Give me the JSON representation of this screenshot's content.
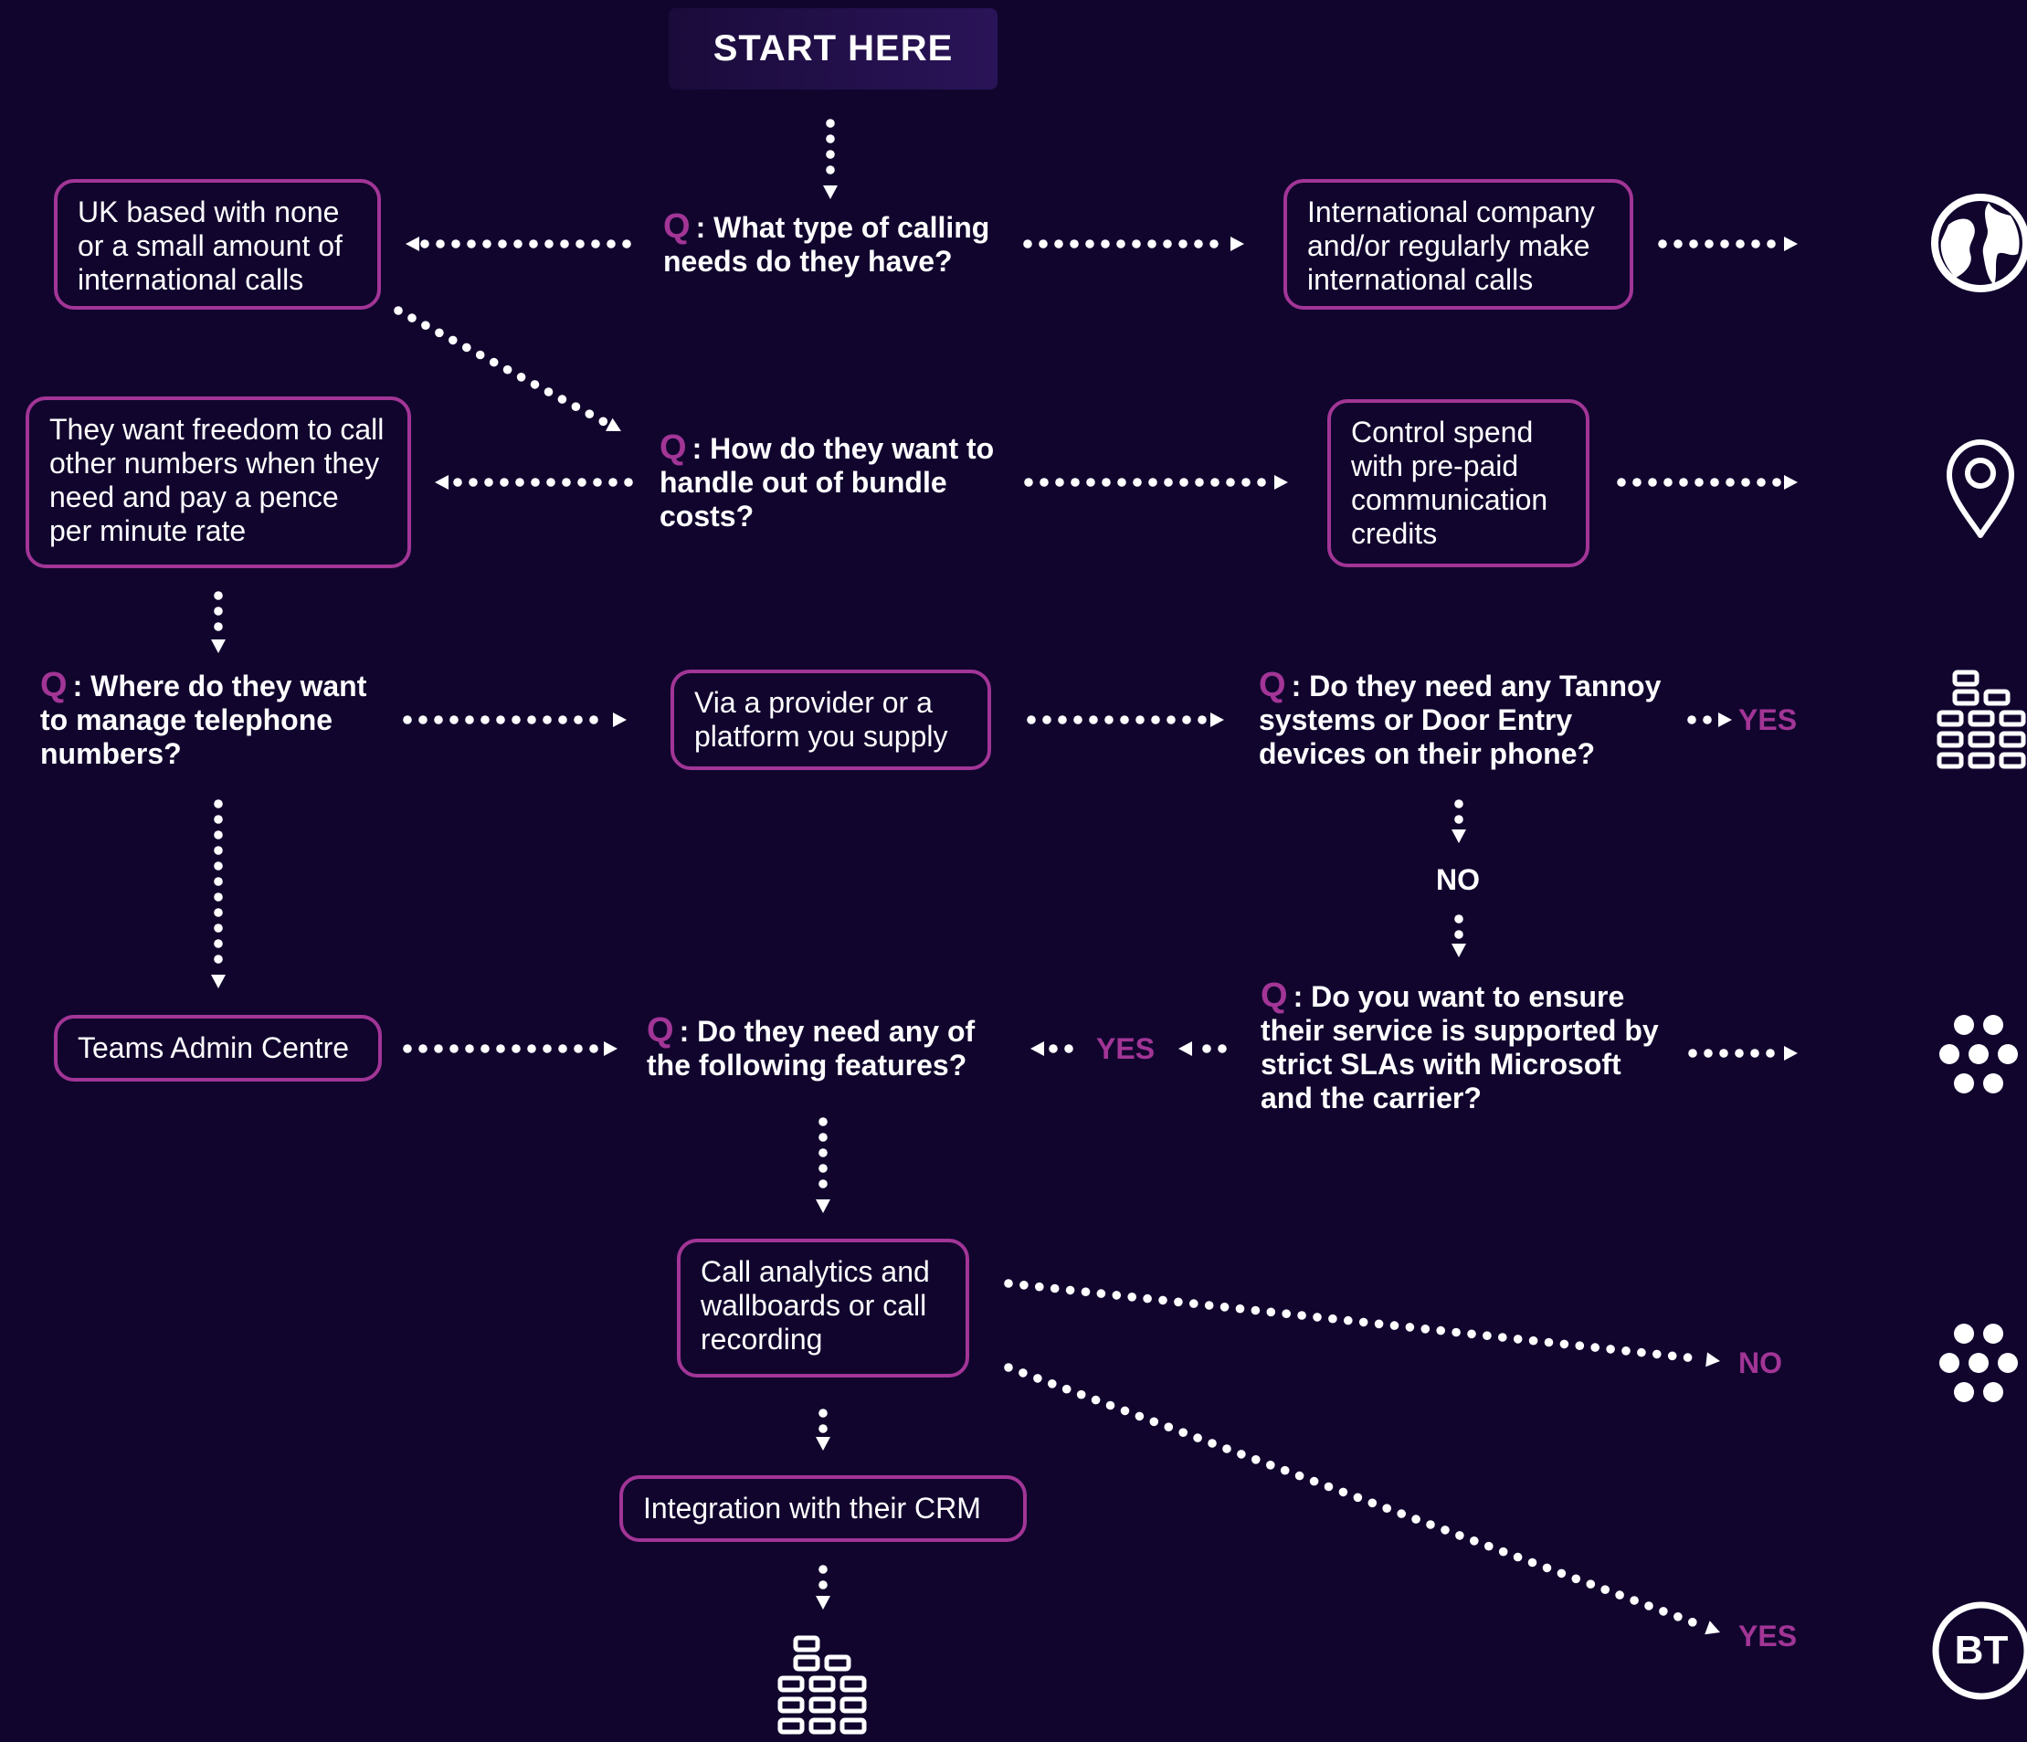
{
  "start_label": "START HERE",
  "questions": {
    "q1": "What type of calling\nneeds do they have?",
    "q2": "How do they want to\nhandle out of bundle\ncosts?",
    "q3": "Where do they want\nto manage telephone\nnumbers?",
    "q4": "Do they need any Tannoy\nsystems or Door Entry\ndevices on their phone?",
    "q5": "Do you want to ensure\ntheir service is supported by\nstrict SLAs with Microsoft\nand the carrier?",
    "q6": "Do they need any of\nthe following features?"
  },
  "q_prefix": "Q",
  "boxes": {
    "uk_based": "UK based with none or a small amount of international calls",
    "international": "International company and/or regularly make international calls",
    "freedom": "They want freedom to call other numbers when they need and pay a pence per minute rate",
    "prepaid": "Control spend with pre-paid communication credits",
    "provider": "Via a provider or a platform you supply",
    "teams_admin": "Teams Admin Centre",
    "analytics": "Call analytics and wallboards or call recording",
    "crm": "Integration with their CRM"
  },
  "tags": {
    "yes_tannoy": "YES",
    "no_tannoy": "NO",
    "yes_sla": "YES",
    "no_final": "NO",
    "yes_final": "YES"
  },
  "icons": [
    "globe-icon",
    "location-pin-icon",
    "building-icon",
    "dot-cluster-icon",
    "dot-cluster-icon",
    "bt-logo",
    "building-icon"
  ],
  "logo_text": "BT",
  "colors": {
    "background": "#11052e",
    "accent": "#a23596",
    "text": "#ffffff"
  }
}
